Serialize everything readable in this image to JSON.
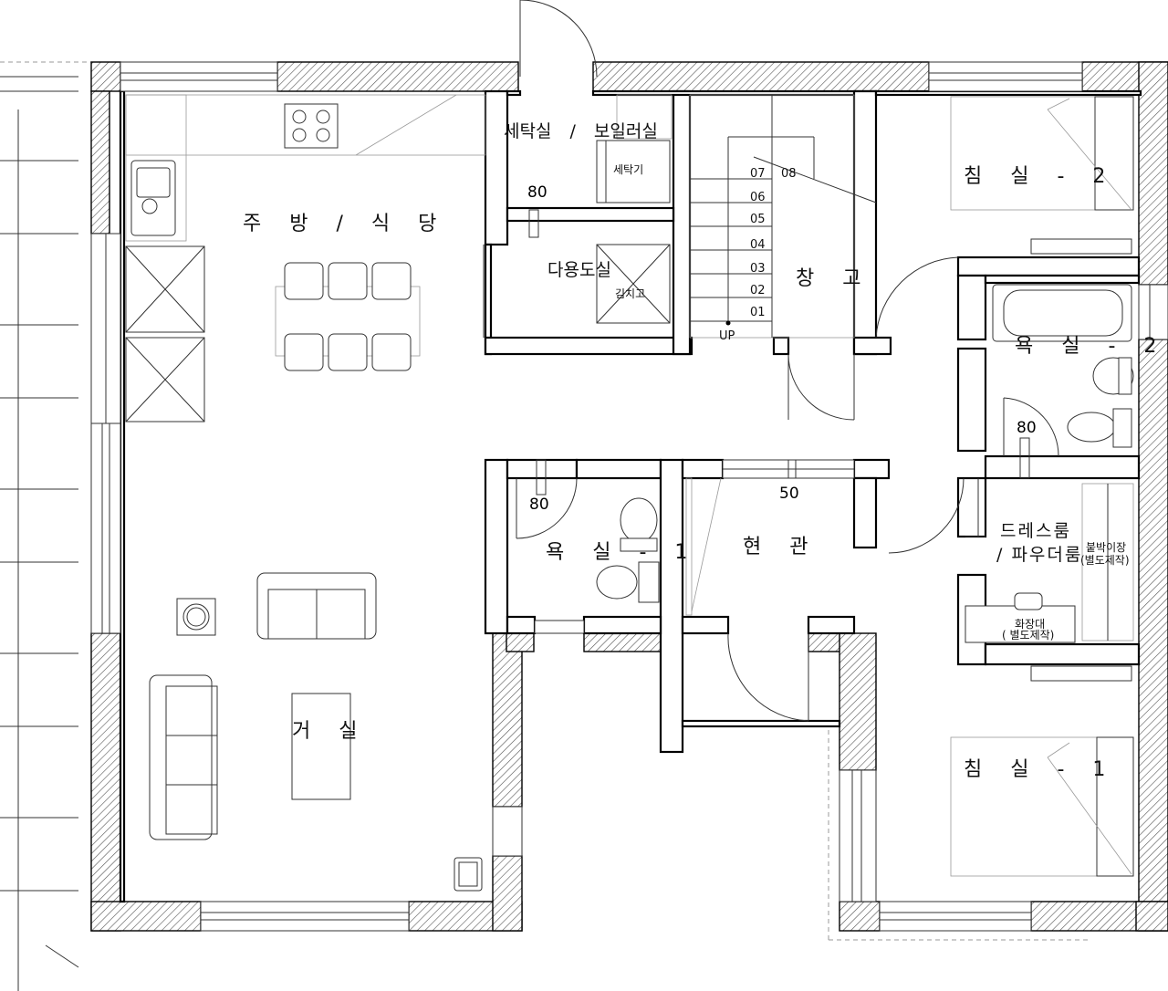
{
  "rooms": {
    "kitchen": "주 방 / 식 당",
    "living": "거 실",
    "laundry": "세탁실 / 보일러실",
    "utility": "다용도실",
    "storage": "창 고",
    "bedroom2": "침 실 - 2",
    "bathroom2": "욕 실 - 2",
    "bathroom1": "욕 실 - 1",
    "entrance": "현 관",
    "dressroom_l1": "드레스룸",
    "dressroom_l2": "/ 파우더룸",
    "bedroom1": "침 실 - 1"
  },
  "fixtures": {
    "washer": "세탁기",
    "kimchi_fridge": "김치고",
    "closet_l1": "붙박이장",
    "closet_l2": "(별도제작)",
    "vanity_l1": "화장대",
    "vanity_l2": "( 별도제작)"
  },
  "door_widths": {
    "laundry": "80",
    "bathroom2": "80",
    "bathroom1": "80",
    "entrance": "50"
  },
  "stairs": {
    "steps": [
      "01",
      "02",
      "03",
      "04",
      "05",
      "06",
      "07",
      "08"
    ],
    "up_label": "UP"
  }
}
